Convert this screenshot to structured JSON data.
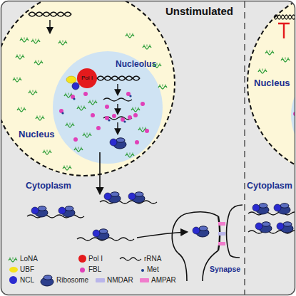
{
  "diagram": {
    "nodes": [
      {
        "text": [
          "Unstimulated"
        ]
      },
      {
        "text": [
          "Nucleus"
        ],
        "in": 0
      },
      {
        "text": [
          "Nucleolus"
        ],
        "in": 1
      },
      {
        "text": [
          "Pol I"
        ],
        "in": 2
      },
      {
        "text": [
          "Synapse"
        ],
        "in": 0
      },
      {
        "text": [
          "Nucleus"
        ]
      }
    ],
    "labels": [
      "Cytoplasm",
      "Cytoplasm"
    ],
    "legend": [
      {
        "text": "LoNA"
      },
      {
        "text": "Pol I",
        "color": "#e41a1c"
      },
      {
        "text": "rRNA"
      },
      {
        "text": "UBF",
        "color": "#f5e31b"
      },
      {
        "text": "FBL",
        "color": "#e040b8"
      },
      {
        "text": "Met",
        "color": "#1c3f8f"
      },
      {
        "text": "NCL",
        "color": "#2b2bd0"
      },
      {
        "text": "Ribosome"
      },
      {
        "text": "NMDAR",
        "color": "#b9b5ea"
      },
      {
        "text": "AMPAR",
        "color": "#f07ccc"
      }
    ]
  }
}
